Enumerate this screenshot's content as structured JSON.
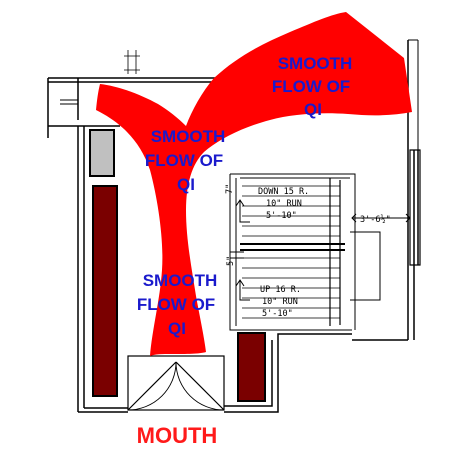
{
  "annotations": {
    "flow_top_right": [
      "SMOOTH",
      "FLOW OF",
      "QI"
    ],
    "flow_middle_left": [
      "SMOOTH",
      "FLOW OF",
      "QI"
    ],
    "flow_bottom": [
      "SMOOTH",
      "FLOW OF",
      "QI"
    ],
    "mouth_label": "MOUTH"
  },
  "stair_notes": {
    "down": [
      "DOWN 15 R.",
      "10\" RUN",
      "5'-10\""
    ],
    "up": [
      "UP 16 R.",
      "10\" RUN",
      "5'-10\""
    ],
    "side_dimension": "3'-6½\"",
    "small_dimension_1": "7\"",
    "small_dimension_2": "5\""
  },
  "colors": {
    "flow_arrow": "#ff0000",
    "annotation_text": "#1a1acc",
    "mouth_text": "#ff1a1a",
    "cabinet_dark": "#7a0000",
    "cabinet_light": "#c0c0c0",
    "line": "#000000"
  }
}
